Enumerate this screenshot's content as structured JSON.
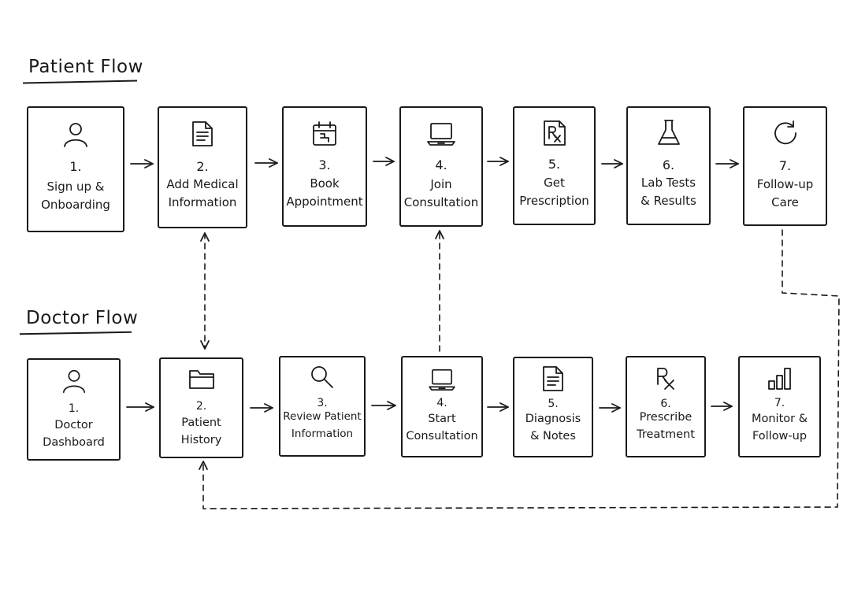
{
  "patient_flow": {
    "title": "Patient Flow",
    "steps": [
      {
        "number": "1.",
        "label": "Sign up &\nOnboarding",
        "icon": "person-icon"
      },
      {
        "number": "2.",
        "label": "Add Medical\nInformation",
        "icon": "document-icon"
      },
      {
        "number": "3.",
        "label": "Book\nAppointment",
        "icon": "calendar-icon"
      },
      {
        "number": "4.",
        "label": "Join\nConsultation",
        "icon": "laptop-icon"
      },
      {
        "number": "5.",
        "label": "Get\nPrescription",
        "icon": "prescription-icon"
      },
      {
        "number": "6.",
        "label": "Lab Tests\n& Results",
        "icon": "flask-icon"
      },
      {
        "number": "7.",
        "label": "Follow-up\nCare",
        "icon": "refresh-icon"
      }
    ]
  },
  "doctor_flow": {
    "title": "Doctor Flow",
    "steps": [
      {
        "number": "1.",
        "label": "Doctor\nDashboard",
        "icon": "person-icon"
      },
      {
        "number": "2.",
        "label": "Patient\nHistory",
        "icon": "folder-icon"
      },
      {
        "number": "3.",
        "label": "Review Patient\nInformation",
        "icon": "magnifier-icon"
      },
      {
        "number": "4.",
        "label": "Start\nConsultation",
        "icon": "laptop-icon"
      },
      {
        "number": "5.",
        "label": "Diagnosis\n& Notes",
        "icon": "notes-icon"
      },
      {
        "number": "6.",
        "label": "Prescribe\nTreatment",
        "icon": "rx-icon"
      },
      {
        "number": "7.",
        "label": "Monitor &\nFollow-up",
        "icon": "bar-chart-icon"
      }
    ]
  }
}
